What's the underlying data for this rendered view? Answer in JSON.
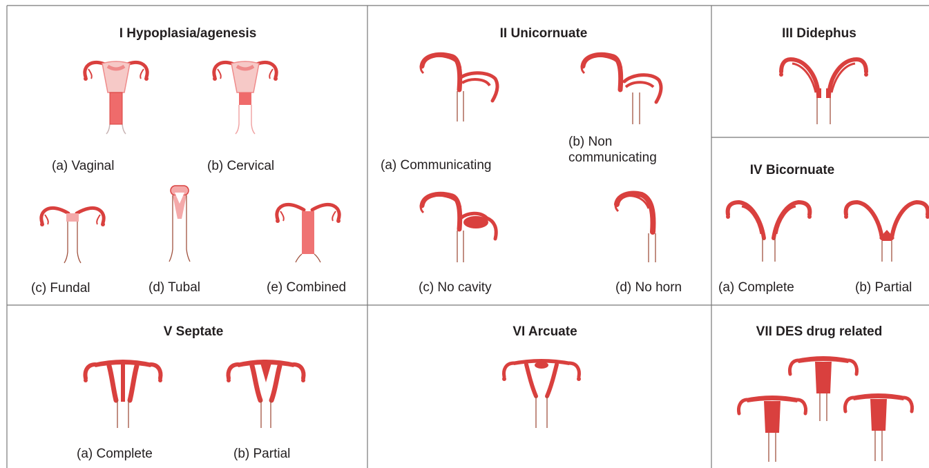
{
  "colors": {
    "tissue": "#d9403e",
    "tissue_light": "#ef8a8a",
    "tissue_pale": "#f6c9c7",
    "line": "#777777",
    "text": "#231f20"
  },
  "panels": {
    "p1": {
      "title": "I Hypoplasia/agenesis",
      "a": "(a) Vaginal",
      "b": "(b) Cervical",
      "c": "(c) Fundal",
      "d": "(d) Tubal",
      "e": "(e) Combined"
    },
    "p2": {
      "title": "II Unicornuate",
      "a": "(a) Communicating",
      "b1": "(b) Non",
      "b2": "communicating",
      "c": "(c) No cavity",
      "d": "(d) No horn"
    },
    "p3": {
      "title": "III Didephus"
    },
    "p4": {
      "title": "IV Bicornuate",
      "a": "(a) Complete",
      "b": "(b) Partial"
    },
    "p5": {
      "title": "V Septate",
      "a": "(a) Complete",
      "b": "(b) Partial"
    },
    "p6": {
      "title": "VI Arcuate"
    },
    "p7": {
      "title": "VII DES drug related"
    }
  }
}
